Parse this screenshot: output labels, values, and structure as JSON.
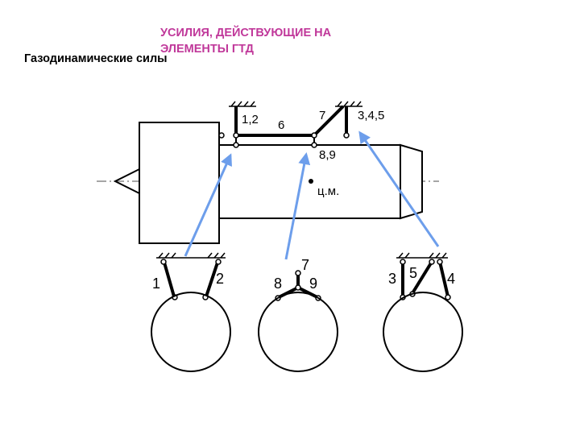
{
  "slide": {
    "title_line1": "УСИЛИЯ, ДЕЙСТВУЮЩИЕ НА",
    "title_line2": "ЭЛЕМЕНТЫ ГТД",
    "subtitle": "Газодинамические силы"
  },
  "diagram": {
    "labels": {
      "links_1_2": "1,2",
      "link_6": "6",
      "link_7": "7",
      "links_3_4_5": "3,4,5",
      "links_8_9": "8,9",
      "center_of_mass": "ц.м."
    },
    "details": {
      "left": {
        "a": "1",
        "b": "2"
      },
      "middle": {
        "top": "7",
        "left": "8",
        "right": "9"
      },
      "right": {
        "a": "3",
        "b": "5",
        "c": "4"
      }
    },
    "colors": {
      "title": "#c0389a",
      "arrow": "#6d9eeb",
      "lines": "#000000",
      "axis": "#888888"
    }
  }
}
